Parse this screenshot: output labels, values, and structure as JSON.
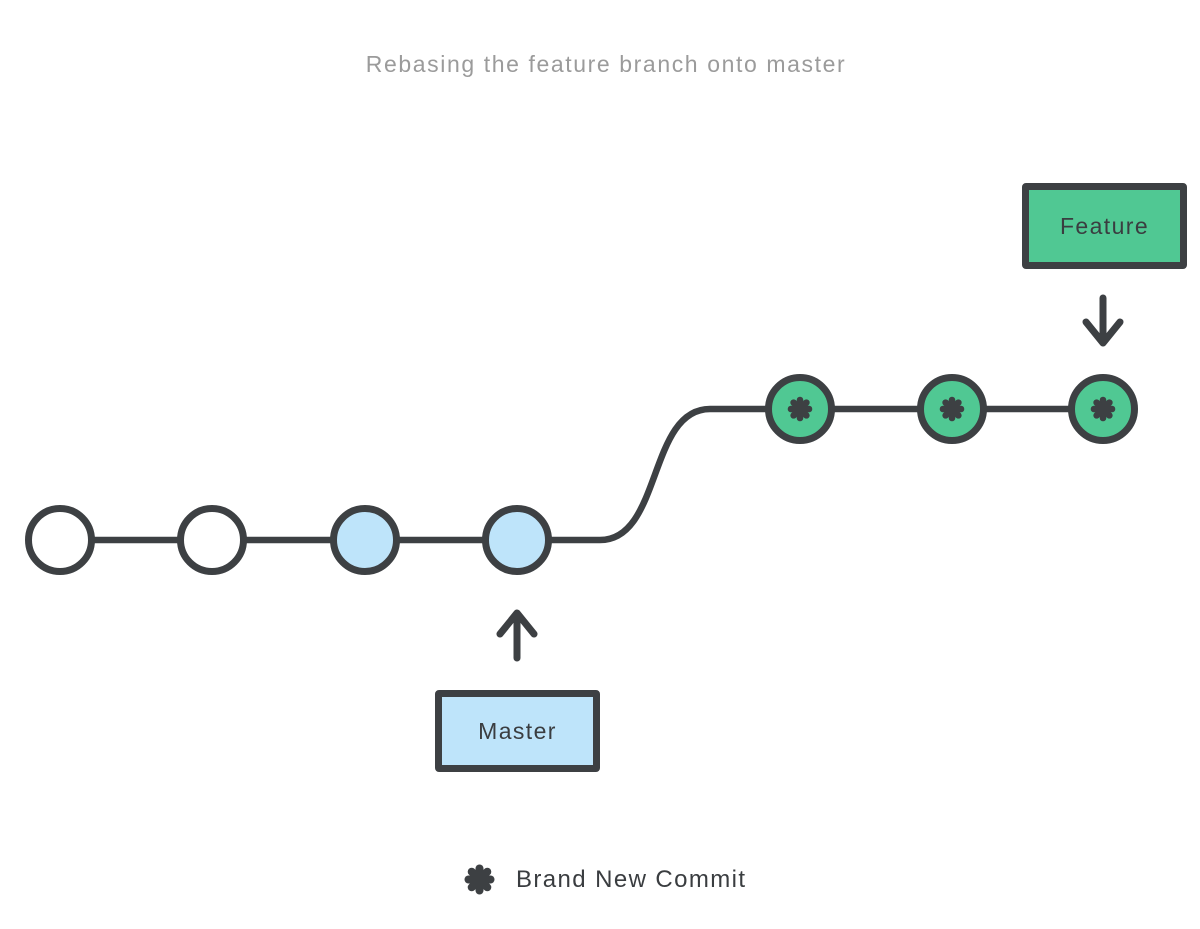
{
  "title": "Rebasing the feature branch onto master",
  "feature_box": {
    "label": "Feature"
  },
  "master_box": {
    "label": "Master"
  },
  "legend": {
    "symbol": "asterisk",
    "label": "Brand New Commit"
  },
  "colors": {
    "feature_green": "#50c893",
    "master_blue": "#bee4fa",
    "commit_white": "#ffffff",
    "line_dark": "#3d4043",
    "title_gray": "#9b9b9b",
    "background": "#ffffff"
  },
  "graph": {
    "master_branch": {
      "label": "Master",
      "commits": [
        {
          "index": 1,
          "color_key": "commit_white"
        },
        {
          "index": 2,
          "color_key": "commit_white"
        },
        {
          "index": 3,
          "color_key": "master_blue"
        },
        {
          "index": 4,
          "color_key": "master_blue"
        }
      ]
    },
    "feature_branch": {
      "label": "Feature",
      "commits": [
        {
          "index": 5,
          "color_key": "feature_green",
          "mark": "brand-new-commit"
        },
        {
          "index": 6,
          "color_key": "feature_green",
          "mark": "brand-new-commit"
        },
        {
          "index": 7,
          "color_key": "feature_green",
          "mark": "brand-new-commit"
        }
      ]
    }
  }
}
